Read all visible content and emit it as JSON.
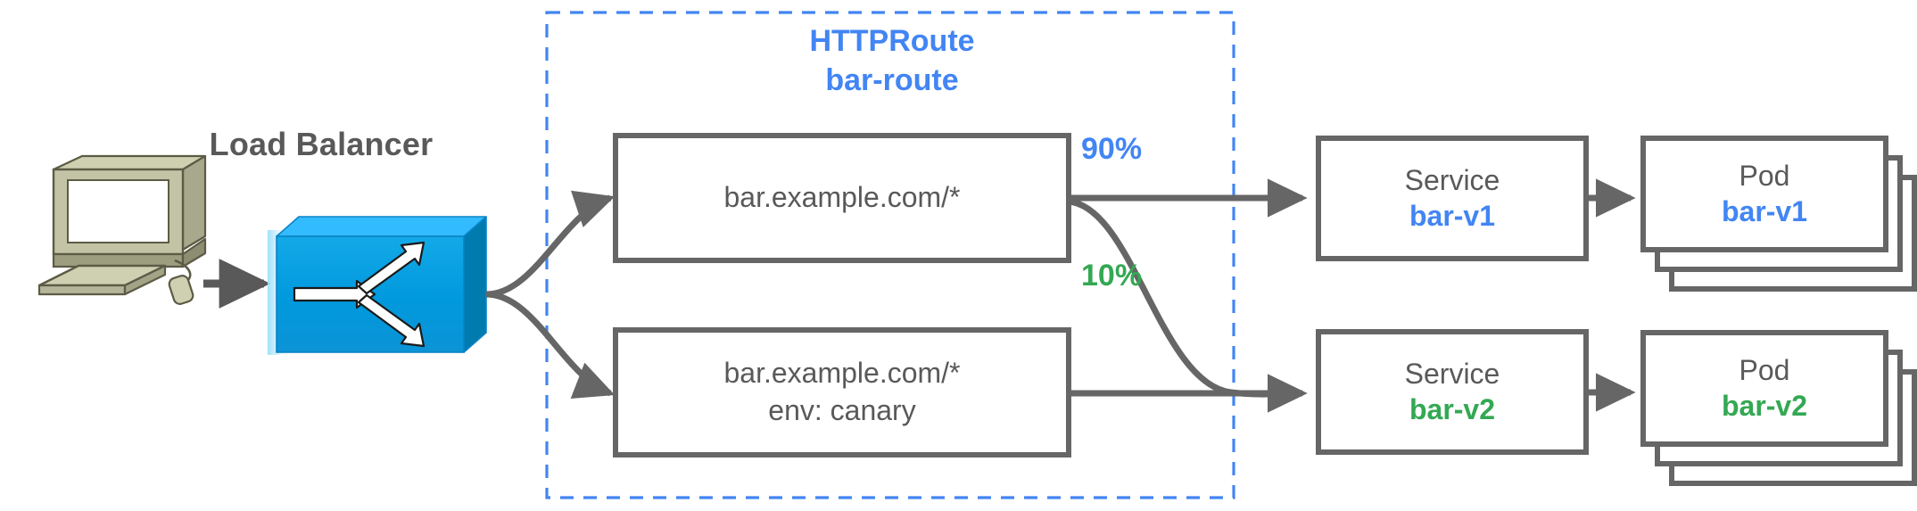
{
  "diagram": {
    "title": "Gateway API HTTPRoute traffic splitting",
    "colors": {
      "blue": "#4285F4",
      "green": "#34A853",
      "gray_stroke": "#666666",
      "text_gray": "#595959",
      "lb_blue": "#0099dd",
      "lb_blue_top": "#33bbff",
      "lb_blue_side": "#006699",
      "computer_body": "#b8b89a",
      "background": "#ffffff"
    },
    "client": {
      "icon": "desktop-computer-icon"
    },
    "load_balancer": {
      "label": "Load Balancer",
      "icon": "load-balancer-icon"
    },
    "httproute": {
      "kind_label": "HTTPRoute",
      "name_label": "bar-route",
      "boundary_style": "dashed"
    },
    "rules": [
      {
        "id": "rule-primary",
        "match_lines": [
          "bar.example.com/*"
        ],
        "backends": [
          {
            "weight_label": "90%",
            "weight": 90,
            "color": "#4285F4",
            "target": "bar-v1"
          },
          {
            "weight_label": "10%",
            "weight": 10,
            "color": "#34A853",
            "target": "bar-v2"
          }
        ]
      },
      {
        "id": "rule-canary",
        "match_lines": [
          "bar.example.com/*",
          "env: canary"
        ],
        "backends": [
          {
            "weight_label": "",
            "weight": 100,
            "color": "#34A853",
            "target": "bar-v2"
          }
        ]
      }
    ],
    "services": [
      {
        "kind": "Service",
        "name": "bar-v1",
        "color": "#4285F4"
      },
      {
        "kind": "Service",
        "name": "bar-v2",
        "color": "#34A853"
      }
    ],
    "pods": [
      {
        "kind": "Pod",
        "name": "bar-v1",
        "color": "#4285F4",
        "replicas": 3
      },
      {
        "kind": "Pod",
        "name": "bar-v2",
        "color": "#34A853",
        "replicas": 3
      }
    ]
  }
}
